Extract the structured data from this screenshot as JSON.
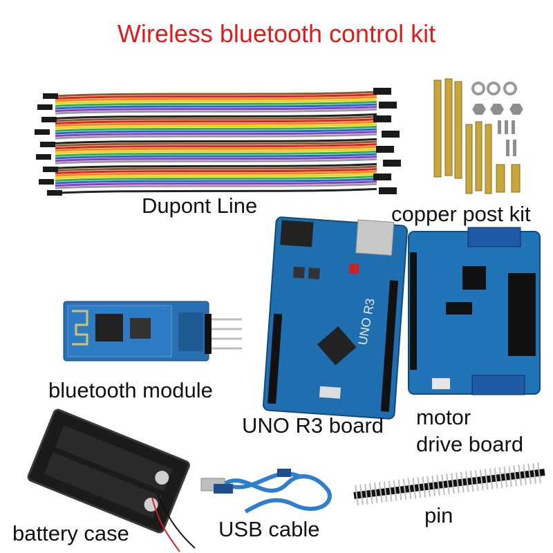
{
  "title": "Wireless bluetooth control kit",
  "labels": {
    "dupont": "Dupont Line",
    "copper": "copper post kit",
    "bluetooth": "bluetooth module",
    "uno": "UNO R3 board",
    "motor_line1": "motor",
    "motor_line2": "drive board",
    "battery": "battery case",
    "usb": "USB cable",
    "pin": "pin"
  },
  "board_text": {
    "uno_marking": "UNO R3"
  },
  "colors": {
    "title": "#e01b1b",
    "board_blue": "#1f6fb0",
    "wire_colors": [
      "#8a5a2b",
      "#e02020",
      "#f08a10",
      "#f2d21b",
      "#2bb24c",
      "#2a62d6",
      "#8a3fc2",
      "#9a9a9a",
      "#ffffff",
      "#222222"
    ]
  }
}
